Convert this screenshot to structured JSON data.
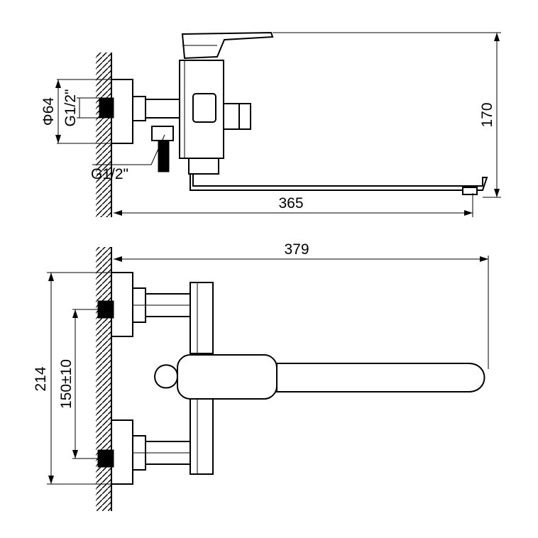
{
  "top_view": {
    "dim_length": "365",
    "dim_height": "170",
    "dim_diameter": "Φ64",
    "dim_inlet_thread": "G1/2\"",
    "dim_outlet_thread": "G1/2\""
  },
  "front_view": {
    "dim_spout_length": "379",
    "dim_total_height": "214",
    "dim_center_distance": "150±10"
  }
}
